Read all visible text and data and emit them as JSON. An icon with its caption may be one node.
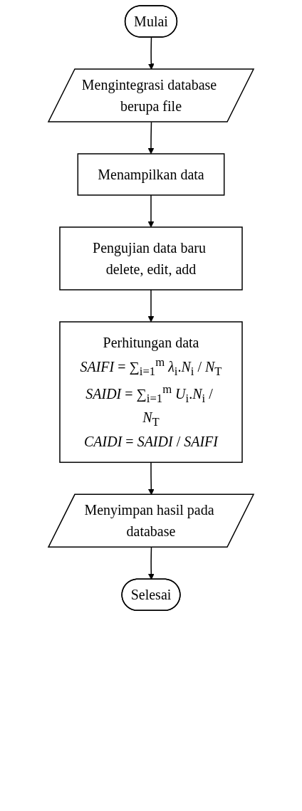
{
  "diagram": {
    "nodes": [
      {
        "text": [
          "Mulai"
        ]
      },
      {
        "text": [
          "Mengintegrasi database berupa file"
        ]
      },
      {
        "text": [
          "Menampilkan data"
        ]
      },
      {
        "text": [
          "Pengujian data baru delete, edit, add"
        ]
      },
      {
        "text": [
          "Perhitungan data",
          "*SAIFI* = ∑$_{i=1}$$^{m}$ *λ*$_{i}$.*N*$_{i}$ / *N*$_{T}$",
          "*SAIDI* = ∑$_{i=1}$$^{m}$ *U*$_{i}$.*N*$_{i}$ / *N*$_{T}$",
          "*CAIDI* = *SAIDI* / *SAIFI*"
        ]
      },
      {
        "text": [
          "Menyimpan hasil pada database"
        ]
      },
      {
        "text": [
          "Selesai"
        ]
      }
    ],
    "edges": [
      {
        "from": 0,
        "to": 1,
        "arrow": "to"
      },
      {
        "from": 1,
        "to": 2,
        "arrow": "to"
      },
      {
        "from": 2,
        "to": 3,
        "arrow": "to"
      },
      {
        "from": 3,
        "to": 4,
        "arrow": "to"
      },
      {
        "from": 4,
        "to": 5,
        "arrow": "to"
      },
      {
        "from": 5,
        "to": 6,
        "arrow": "to"
      }
    ]
  }
}
